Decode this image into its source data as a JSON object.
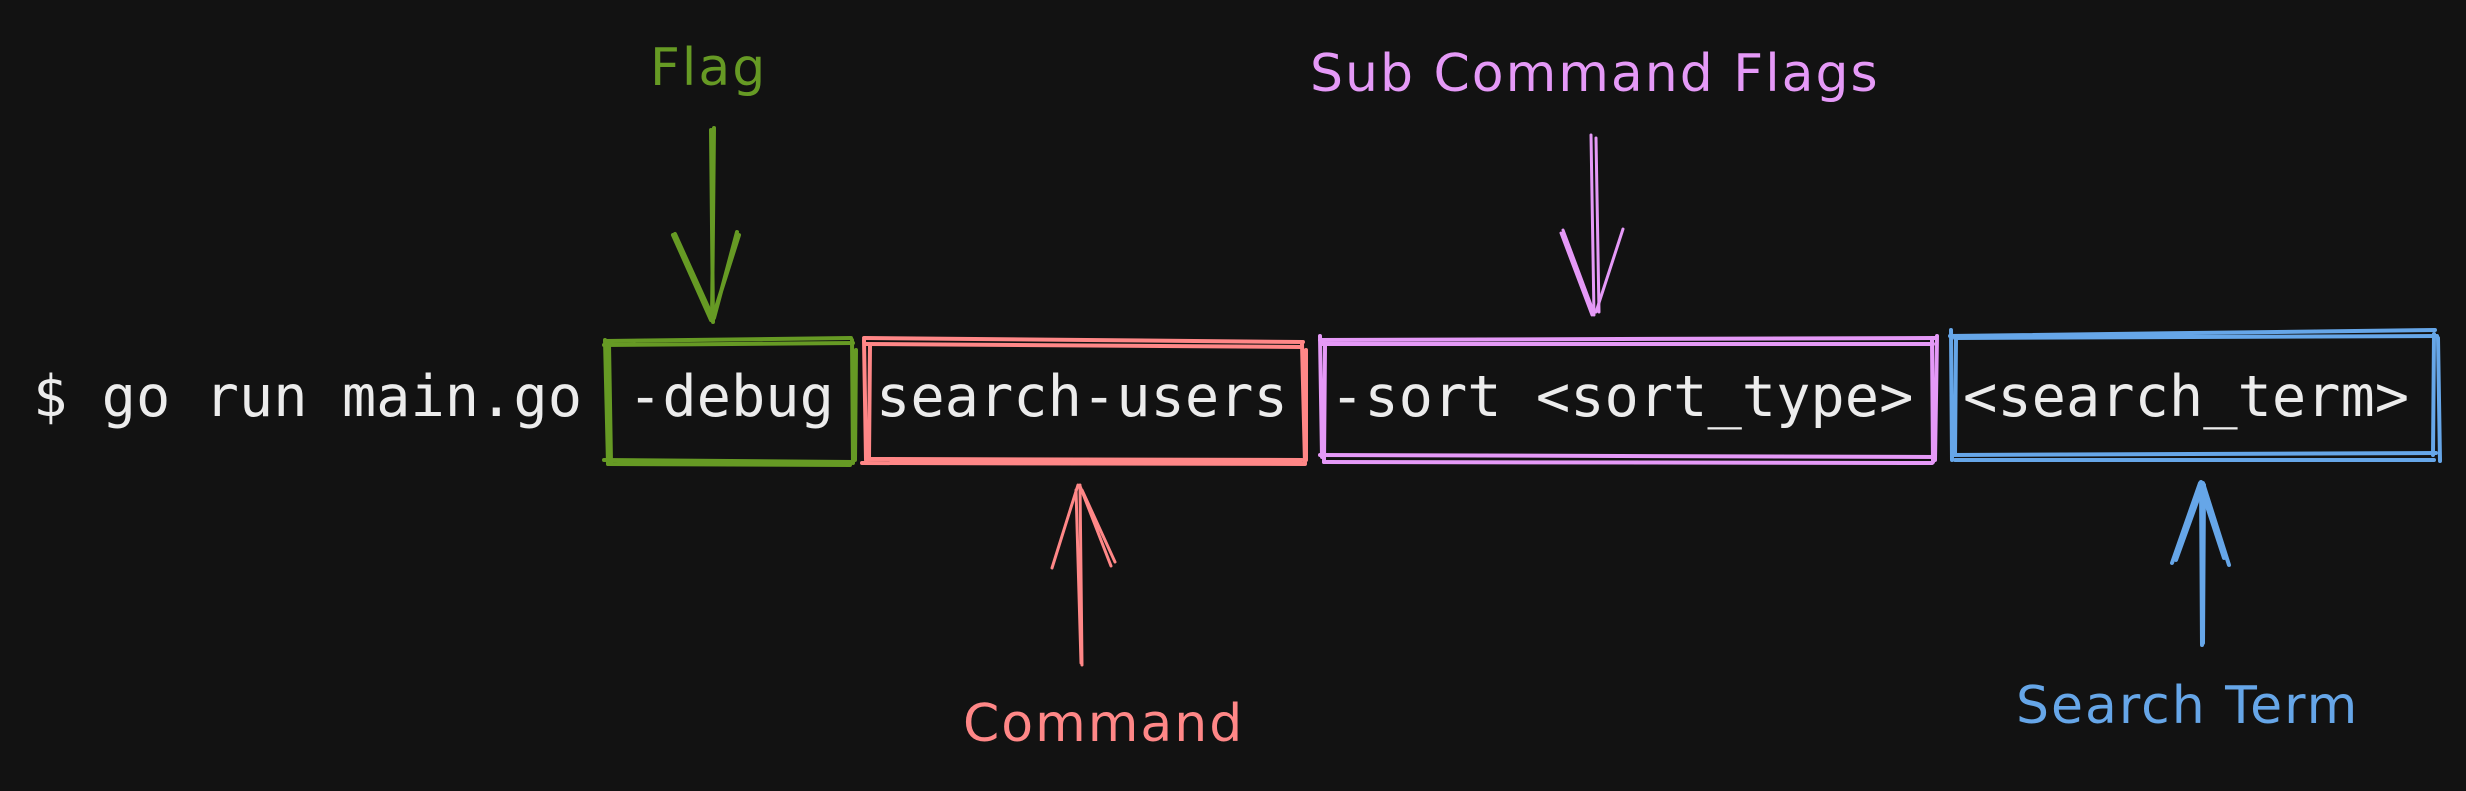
{
  "background_color": "#121212",
  "command": {
    "prompt_and_program": "$ go run main.go",
    "flag": "-debug",
    "subcommand": "search-users",
    "subcommand_flags": "-sort <sort_type>",
    "search_term": "<search_term>",
    "text_color": "#ececec"
  },
  "annotations": [
    {
      "id": "flag",
      "label": "Flag",
      "color": "#669a24",
      "target": "-debug",
      "direction": "down"
    },
    {
      "id": "command",
      "label": "Command",
      "color": "#ff8787",
      "target": "search-users",
      "direction": "up"
    },
    {
      "id": "sub_command_flags",
      "label": "Sub Command Flags",
      "color": "#e599f7",
      "target": "-sort <sort_type>",
      "direction": "down"
    },
    {
      "id": "search_term",
      "label": "Search Term",
      "color": "#66a6e8",
      "target": "<search_term>",
      "direction": "up"
    }
  ]
}
